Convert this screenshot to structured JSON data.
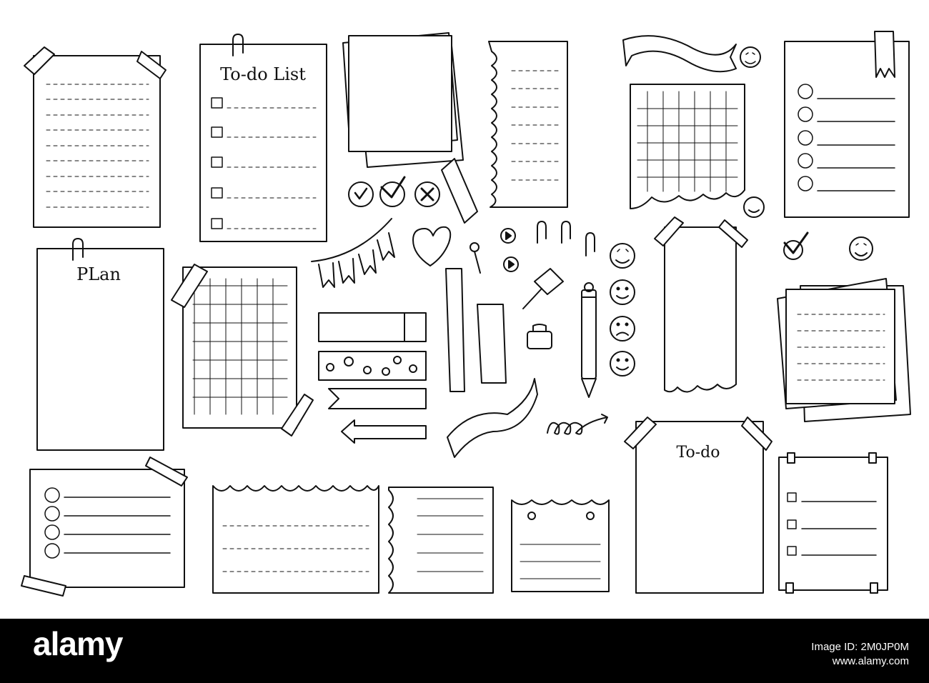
{
  "labels": {
    "todo_list": "To-do List",
    "plan": "PLan",
    "todo": "To-do"
  },
  "footer": {
    "watermark": "alamy",
    "image_id": "Image ID: 2M0JP0M",
    "site": "www.alamy.com"
  },
  "colors": {
    "ink": "#111111",
    "paper": "#ffffff",
    "footer_bg": "#000000",
    "footer_text": "#ffffff"
  },
  "icons": [
    "paper-clip-icon",
    "tape-icon",
    "checkbox-icon",
    "check-mark-icon",
    "heart-icon",
    "smiley-icon",
    "sad-face-icon",
    "pushpin-icon",
    "pencil-icon",
    "binder-clip-icon",
    "arrow-icon",
    "bunting-flags-icon",
    "ribbon-banner-icon",
    "grid-note-icon"
  ]
}
